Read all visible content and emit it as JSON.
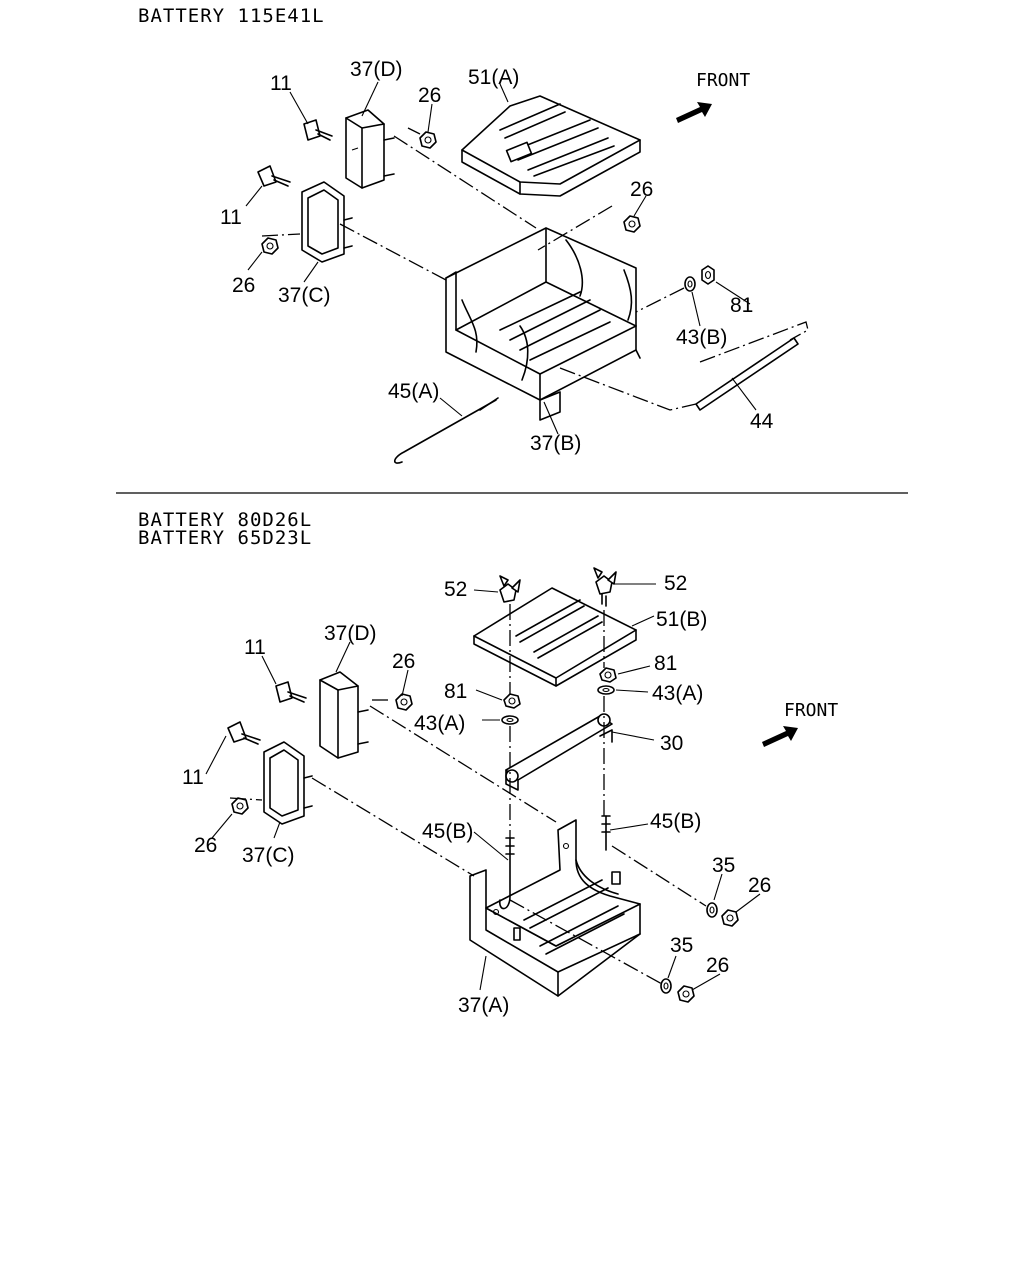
{
  "sections": [
    {
      "titles": [
        "BATTERY 115E41L"
      ],
      "front_label": "FRONT",
      "callouts": {
        "c11a": "11",
        "c37d": "37(D)",
        "c26a": "26",
        "c51a": "51(A)",
        "c11b": "11",
        "c26b": "26",
        "c37c": "37(C)",
        "c26c": "26",
        "c81": "81",
        "c43b": "43(B)",
        "c45a": "45(A)",
        "c44": "44",
        "c37b": "37(B)"
      }
    },
    {
      "titles": [
        "BATTERY 80D26L",
        "BATTERY 65D23L"
      ],
      "front_label": "FRONT",
      "callouts": {
        "c52a": "52",
        "c52b": "52",
        "c51b": "51(B)",
        "c11a": "11",
        "c37d": "37(D)",
        "c26a": "26",
        "c81a": "81",
        "c81b": "81",
        "c43aa": "43(A)",
        "c43ab": "43(A)",
        "c30": "30",
        "c11b": "11",
        "c45ba": "45(B)",
        "c45bb": "45(B)",
        "c26b": "26",
        "c37c": "37(C)",
        "c35a": "35",
        "c26c": "26",
        "c35b": "35",
        "c26d": "26",
        "c37a": "37(A)"
      }
    }
  ]
}
